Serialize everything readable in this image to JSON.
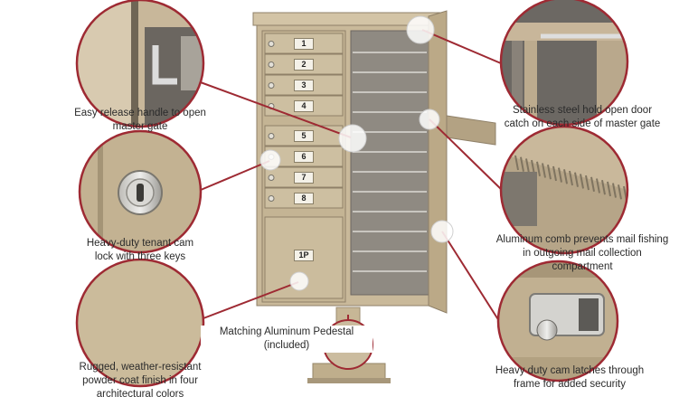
{
  "doors": {
    "small": [
      "1",
      "2",
      "3",
      "4",
      "5",
      "6",
      "7",
      "8"
    ],
    "parcel": "1P"
  },
  "features": {
    "release_handle": "Easy release handle to open\nmaster gate",
    "tenant_lock": "Heavy-duty tenant cam\nlock with three keys",
    "powder_coat": "Rugged, weather-resistant\npowder coat finish in four\narchitectural colors",
    "pedestal": "Matching Aluminum Pedestal\n(included)",
    "hold_open": "Stainless steel hold open door\ncatch on each side of master gate",
    "comb": "Aluminum comb prevents mail fishing\nin outgoing mail collection\ncompartment",
    "cam_latches": "Heavy duty cam latches through\nframe for added security"
  },
  "colors": {
    "accent": "#9e2a33",
    "finish": "#c9b99a",
    "interior": "#8f8a82"
  }
}
